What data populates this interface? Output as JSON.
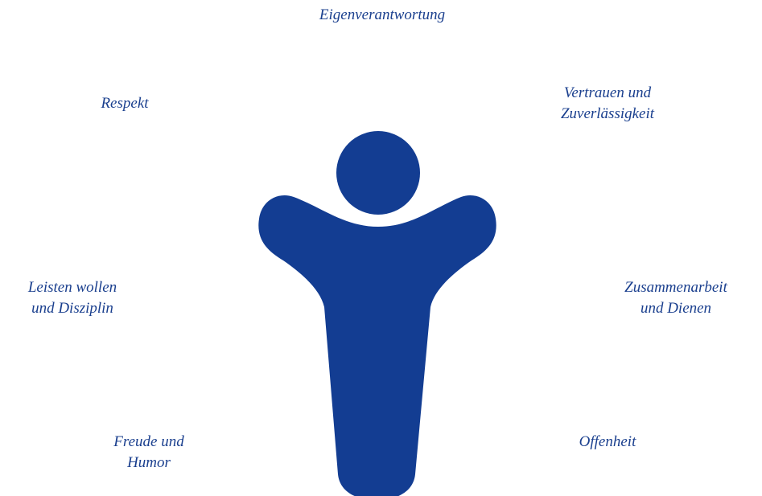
{
  "values": {
    "top": [
      "Eigenverantwortung"
    ],
    "upper_left": [
      "Respekt"
    ],
    "upper_right": [
      "Vertrauen und",
      "Zuverlässigkeit"
    ],
    "middle_left": [
      "Leisten wollen",
      "und Disziplin"
    ],
    "middle_right": [
      "Zusammenarbeit",
      "und Dienen"
    ],
    "lower_left": [
      "Freude und",
      "Humor"
    ],
    "lower_right": [
      "Offenheit"
    ]
  },
  "colors": {
    "figure": "#133d92",
    "text": "#1a3f8e"
  },
  "icon": "person-arms-raised-icon"
}
